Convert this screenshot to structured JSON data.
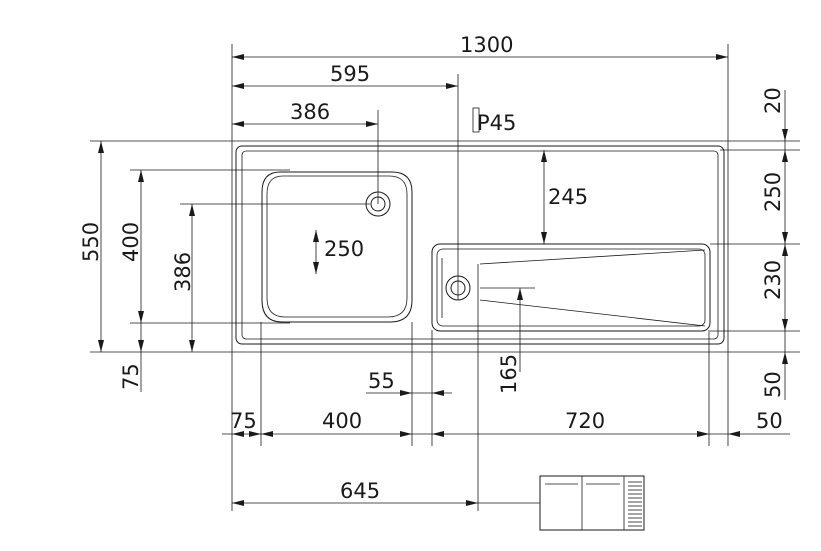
{
  "drawing": {
    "dims": {
      "overall_width": "1300",
      "to_drain_axis": "595",
      "to_tap_hole": "386",
      "tap_hole_label": "P45",
      "drain_depth": "245",
      "bowl_depth_arrow": "250",
      "overall_depth": "550",
      "bowl_depth": "400",
      "tap_hole_depth": "386",
      "front_margin": "75",
      "gap": "55",
      "drain_offset": "165",
      "left_margin": "75",
      "bowl_width": "400",
      "drainer_width": "720",
      "right_margin": "50",
      "to_cabinet": "645",
      "right_top": "20",
      "right_upper": "250",
      "right_mid": "230",
      "right_bottom": "50"
    }
  }
}
